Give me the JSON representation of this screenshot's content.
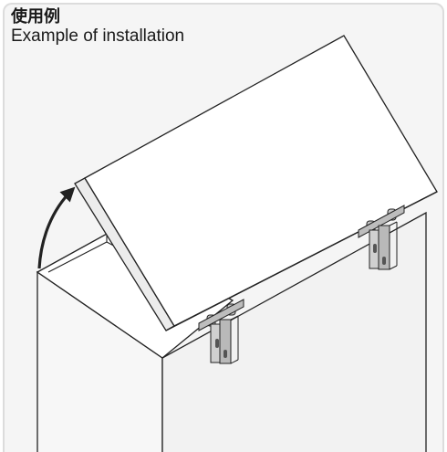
{
  "caption": {
    "japanese": "使用例",
    "english": "Example of installation"
  },
  "figure": {
    "subject": "box with hinged lid opened upward, two hinges mounted on the back edge",
    "hinge_count": 2,
    "line_color": "#222222",
    "panel_background": "#f5f5f5",
    "panel_border_color": "#dcdcdc",
    "box_fill": "#f6f6f6",
    "lid_fill": "#ffffff",
    "hinge_fill": "#c8c8c8"
  }
}
